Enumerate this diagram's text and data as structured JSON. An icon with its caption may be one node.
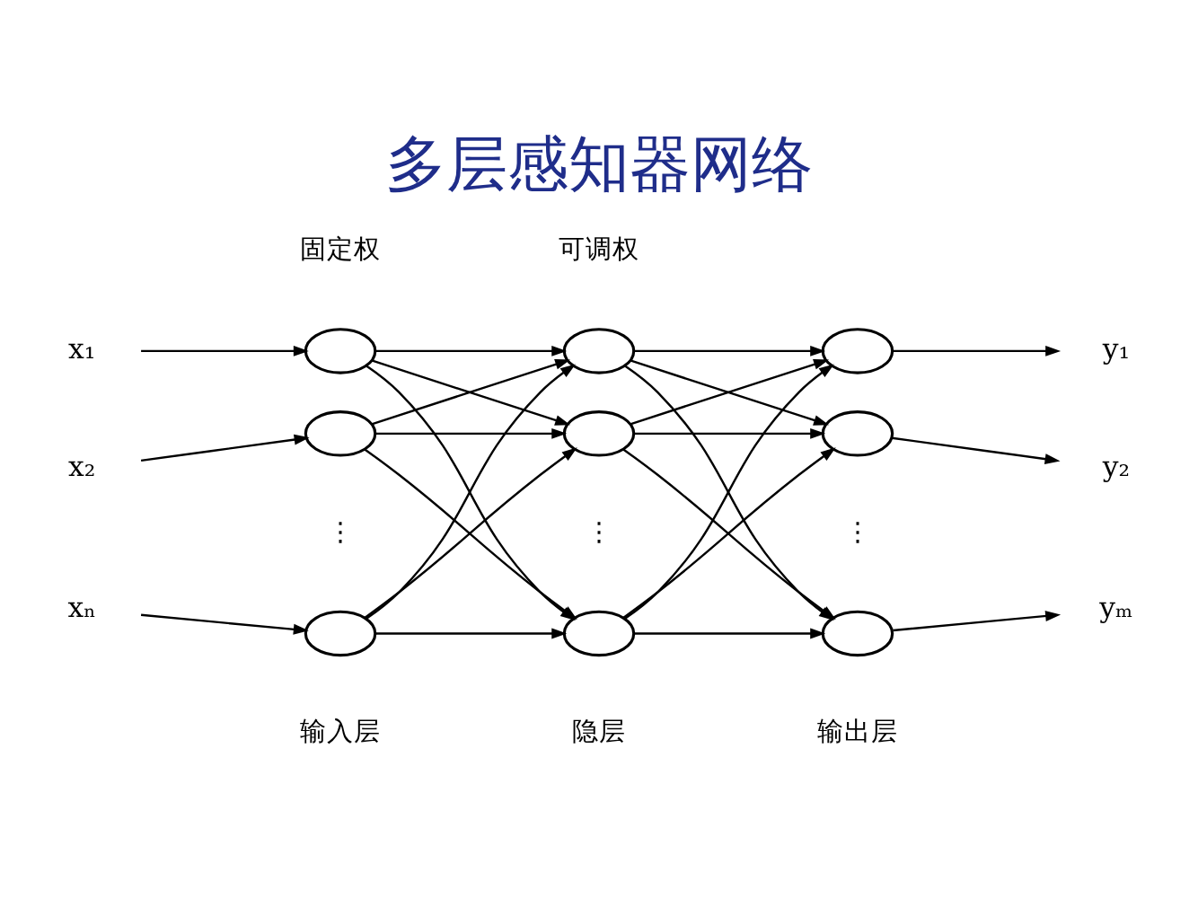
{
  "diagram": {
    "title": "多层感知器网络",
    "nodes": [
      {
        "text": [
          "x₁"
        ]
      },
      {
        "text": [
          "x₂"
        ]
      },
      {
        "text": [
          "xₙ"
        ]
      },
      {
        "text": [],
        "shape": "circle"
      },
      {
        "text": [],
        "shape": "circle"
      },
      {
        "text": [],
        "shape": "circle"
      },
      {
        "text": [],
        "shape": "circle"
      },
      {
        "text": [],
        "shape": "circle"
      },
      {
        "text": [],
        "shape": "circle"
      },
      {
        "text": [],
        "shape": "circle"
      },
      {
        "text": [],
        "shape": "circle"
      },
      {
        "text": [],
        "shape": "circle"
      },
      {
        "text": [
          "y₁"
        ]
      },
      {
        "text": [
          "y₂"
        ]
      },
      {
        "text": [
          "yₘ"
        ]
      }
    ],
    "edges": [
      {
        "from": 0,
        "to": 3,
        "arrow": "to"
      },
      {
        "from": 1,
        "to": 4,
        "arrow": "to"
      },
      {
        "from": 2,
        "to": 5,
        "arrow": "to"
      },
      {
        "from": 3,
        "to": 6,
        "arrow": "to"
      },
      {
        "from": 3,
        "to": 7,
        "arrow": "to"
      },
      {
        "from": 3,
        "to": 8,
        "arrow": "to"
      },
      {
        "from": 4,
        "to": 6,
        "arrow": "to"
      },
      {
        "from": 4,
        "to": 7,
        "arrow": "to"
      },
      {
        "from": 4,
        "to": 8,
        "arrow": "to"
      },
      {
        "from": 5,
        "to": 6,
        "arrow": "to"
      },
      {
        "from": 5,
        "to": 7,
        "arrow": "to"
      },
      {
        "from": 5,
        "to": 8,
        "arrow": "to"
      },
      {
        "from": 6,
        "to": 9,
        "arrow": "to"
      },
      {
        "from": 6,
        "to": 10,
        "arrow": "to"
      },
      {
        "from": 6,
        "to": 11,
        "arrow": "to"
      },
      {
        "from": 7,
        "to": 9,
        "arrow": "to"
      },
      {
        "from": 7,
        "to": 10,
        "arrow": "to"
      },
      {
        "from": 7,
        "to": 11,
        "arrow": "to"
      },
      {
        "from": 8,
        "to": 9,
        "arrow": "to"
      },
      {
        "from": 8,
        "to": 10,
        "arrow": "to"
      },
      {
        "from": 8,
        "to": 11,
        "arrow": "to"
      },
      {
        "from": 9,
        "to": 12,
        "arrow": "to"
      },
      {
        "from": 10,
        "to": 13,
        "arrow": "to"
      },
      {
        "from": 11,
        "to": 14,
        "arrow": "to"
      }
    ],
    "labels": [
      "固定权",
      "可调权",
      "⋮",
      "⋮",
      "⋮",
      "输入层",
      "隐层",
      "输出层"
    ]
  }
}
